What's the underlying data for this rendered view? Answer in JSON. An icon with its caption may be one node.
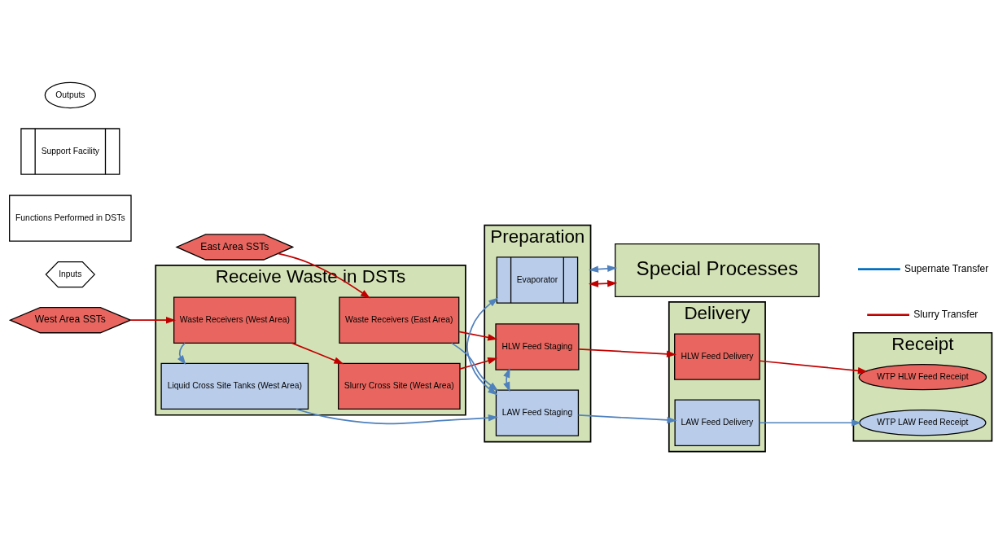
{
  "diagram": {
    "nodes": [
      {
        "text": [
          "West Area SSTs"
        ]
      },
      {
        "text": [
          "Receive Waste in DSTs"
        ]
      },
      {
        "text": [
          "Waste Receivers (West Area)"
        ],
        "in": 1
      },
      {
        "text": [
          "Slurry Cross Site (West Area)"
        ],
        "in": 1
      },
      {
        "text": [
          "Liquid Cross Site Tanks (West Area)"
        ],
        "in": 1
      },
      {
        "text": [
          "Waste Receivers (East Area)"
        ],
        "in": 1
      },
      {
        "text": [
          "East Area SSTs"
        ]
      },
      {
        "text": [
          "Preparation"
        ]
      },
      {
        "text": [
          "Evaporator"
        ],
        "in": 7
      },
      {
        "text": [
          "LAW Feed Staging"
        ],
        "in": 7
      },
      {
        "text": [
          "HLW Feed Staging"
        ],
        "in": 7
      },
      {
        "text": [
          "Delivery"
        ]
      },
      {
        "text": [
          "LAW Feed Delivery"
        ],
        "in": 11
      },
      {
        "text": [
          "HLW Feed Delivery"
        ],
        "in": 11
      },
      {
        "text": [
          "Receipt"
        ]
      },
      {
        "text": [
          "WTP LAW Feed Receipt"
        ],
        "in": 14
      },
      {
        "text": [
          "WTP HLW Feed Receipt"
        ],
        "in": 14
      },
      {
        "text": [
          "Special Processes"
        ]
      },
      {
        "text": [
          "Inputs"
        ]
      },
      {
        "text": [
          "Functions Performed in DSTs"
        ]
      },
      {
        "text": [
          "Support Facility"
        ]
      },
      {
        "text": [
          "Outputs"
        ]
      }
    ],
    "edges": [
      {
        "from": 0,
        "to": 2,
        "arrow": "to",
        "color": "#c00000"
      },
      {
        "from": 2,
        "to": 3,
        "arrow": "to",
        "color": "#c00000"
      },
      {
        "from": 2,
        "to": 4,
        "arrow": "to",
        "color": "#4f81bd"
      },
      {
        "from": 4,
        "to": 9,
        "arrow": "to",
        "color": "#4f81bd"
      },
      {
        "from": 3,
        "to": 10,
        "arrow": "to",
        "color": "#c00000"
      },
      {
        "from": 6,
        "to": 5,
        "arrow": "to",
        "color": "#c00000"
      },
      {
        "from": 5,
        "to": 10,
        "arrow": "to",
        "color": "#c00000"
      },
      {
        "from": 5,
        "to": 9,
        "arrow": "to",
        "color": "#4f81bd"
      },
      {
        "from": 8,
        "to": 9,
        "arrow": "both",
        "color": "#4f81bd"
      },
      {
        "from": 9,
        "to": 10,
        "arrow": "both",
        "color": "#4f81bd"
      },
      {
        "from": 9,
        "to": 12,
        "arrow": "to",
        "color": "#4f81bd"
      },
      {
        "from": 10,
        "to": 13,
        "arrow": "to",
        "color": "#c00000"
      },
      {
        "from": 12,
        "to": 15,
        "arrow": "to",
        "color": "#4f81bd"
      },
      {
        "from": 13,
        "to": 16,
        "arrow": "to",
        "color": "#c00000"
      },
      {
        "from": 7,
        "to": 17,
        "arrow": "both",
        "color": "#c00000"
      },
      {
        "from": 7,
        "to": 17,
        "arrow": "both",
        "color": "#4f81bd"
      }
    ],
    "legend": [
      {
        "text": "Supernate Transfer"
      },
      {
        "text": "Slurry Transfer"
      }
    ]
  }
}
